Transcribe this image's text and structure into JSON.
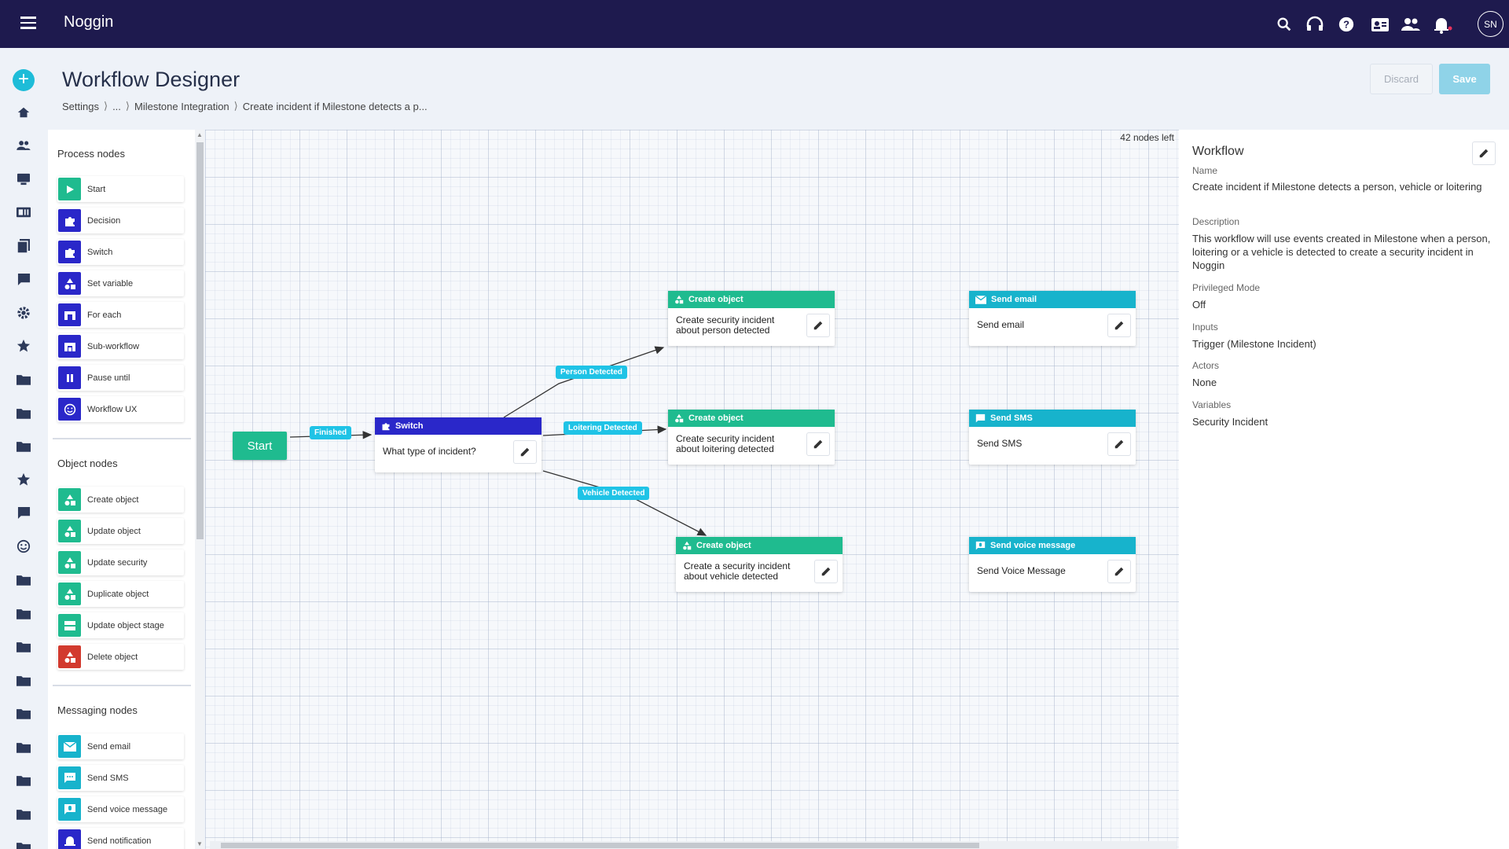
{
  "app": {
    "title": "Noggin",
    "avatar_initials": "SN"
  },
  "header": {
    "icons": [
      "search-icon",
      "headset-icon",
      "help-icon",
      "contact-card-icon",
      "people-icon",
      "notification-bell-icon"
    ]
  },
  "rail": {
    "icons": [
      "add-icon",
      "home-icon",
      "people-icon",
      "monitor-icon",
      "id-card-icon",
      "documents-icon",
      "chat-icon",
      "settings-icon",
      "star-icon",
      "folder-icon",
      "folder-icon",
      "folder-icon",
      "star-icon",
      "chat-icon",
      "smiley-icon",
      "folder-icon",
      "folder-icon",
      "folder-icon",
      "folder-icon",
      "folder-icon",
      "folder-icon",
      "folder-icon",
      "folder-icon",
      "folder-icon"
    ]
  },
  "page": {
    "title": "Workflow Designer",
    "breadcrumb": [
      "Settings",
      "...",
      "Milestone Integration",
      "Create incident if Milestone detects a p..."
    ],
    "discard_label": "Discard",
    "save_label": "Save"
  },
  "palette": {
    "process_title": "Process nodes",
    "process": [
      {
        "label": "Start",
        "icon": "play-icon",
        "color": "#1fbb8f"
      },
      {
        "label": "Decision",
        "icon": "puzzle-icon",
        "color": "#2a27c9"
      },
      {
        "label": "Switch",
        "icon": "puzzle-icon",
        "color": "#2a27c9"
      },
      {
        "label": "Set variable",
        "icon": "shapes-icon",
        "color": "#2a27c9"
      },
      {
        "label": "For each",
        "icon": "loop-icon",
        "color": "#2a27c9"
      },
      {
        "label": "Sub-workflow",
        "icon": "subflow-icon",
        "color": "#2a27c9"
      },
      {
        "label": "Pause until",
        "icon": "pause-icon",
        "color": "#2a27c9"
      },
      {
        "label": "Workflow UX",
        "icon": "smiley-icon",
        "color": "#2a27c9"
      }
    ],
    "object_title": "Object nodes",
    "object": [
      {
        "label": "Create object",
        "icon": "shapes-icon",
        "color": "#1fbb8f"
      },
      {
        "label": "Update object",
        "icon": "shapes-icon",
        "color": "#1fbb8f"
      },
      {
        "label": "Update security",
        "icon": "shapes-icon",
        "color": "#1fbb8f"
      },
      {
        "label": "Duplicate object",
        "icon": "shapes-icon",
        "color": "#1fbb8f"
      },
      {
        "label": "Update object stage",
        "icon": "stage-icon",
        "color": "#1fbb8f"
      },
      {
        "label": "Delete object",
        "icon": "shapes-icon",
        "color": "#d23a2e"
      }
    ],
    "messaging_title": "Messaging nodes",
    "messaging": [
      {
        "label": "Send email",
        "icon": "email-icon",
        "color": "#17b3cc"
      },
      {
        "label": "Send SMS",
        "icon": "sms-icon",
        "color": "#17b3cc"
      },
      {
        "label": "Send voice message",
        "icon": "voice-icon",
        "color": "#17b3cc"
      },
      {
        "label": "Send notification",
        "icon": "bell-icon",
        "color": "#2a27c9"
      }
    ]
  },
  "canvas": {
    "nodes_left": "42 nodes left",
    "start_label": "Start",
    "switch": {
      "title": "Switch",
      "text": "What type of incident?"
    },
    "create_person": {
      "title": "Create object",
      "text1": "Create security incident",
      "text2": "about person detected"
    },
    "create_loitering": {
      "title": "Create object",
      "text1": "Create security incident",
      "text2": "about loitering detected"
    },
    "create_vehicle": {
      "title": "Create object",
      "text1": "Create a security incident",
      "text2": "about vehicle detected"
    },
    "send_email": {
      "title": "Send email",
      "text": "Send email"
    },
    "send_sms": {
      "title": "Send SMS",
      "text": "Send SMS"
    },
    "send_voice": {
      "title": "Send voice message",
      "text": "Send Voice Message"
    },
    "edges": {
      "finished": "Finished",
      "person": "Person Detected",
      "loitering": "Loitering Detected",
      "vehicle": "Vehicle Detected"
    }
  },
  "properties": {
    "title": "Workflow",
    "name_label": "Name",
    "name_value": "Create incident if Milestone detects a person, vehicle or loitering",
    "description_label": "Description",
    "description_value": "This workflow will use events created in Milestone when a person, loitering or a vehicle is detected to create a security incident in Noggin",
    "privileged_label": "Privileged Mode",
    "privileged_value": "Off",
    "inputs_label": "Inputs",
    "inputs_value": "Trigger (Milestone Incident)",
    "actors_label": "Actors",
    "actors_value": "None",
    "variables_label": "Variables",
    "variables_value": "Security Incident"
  }
}
